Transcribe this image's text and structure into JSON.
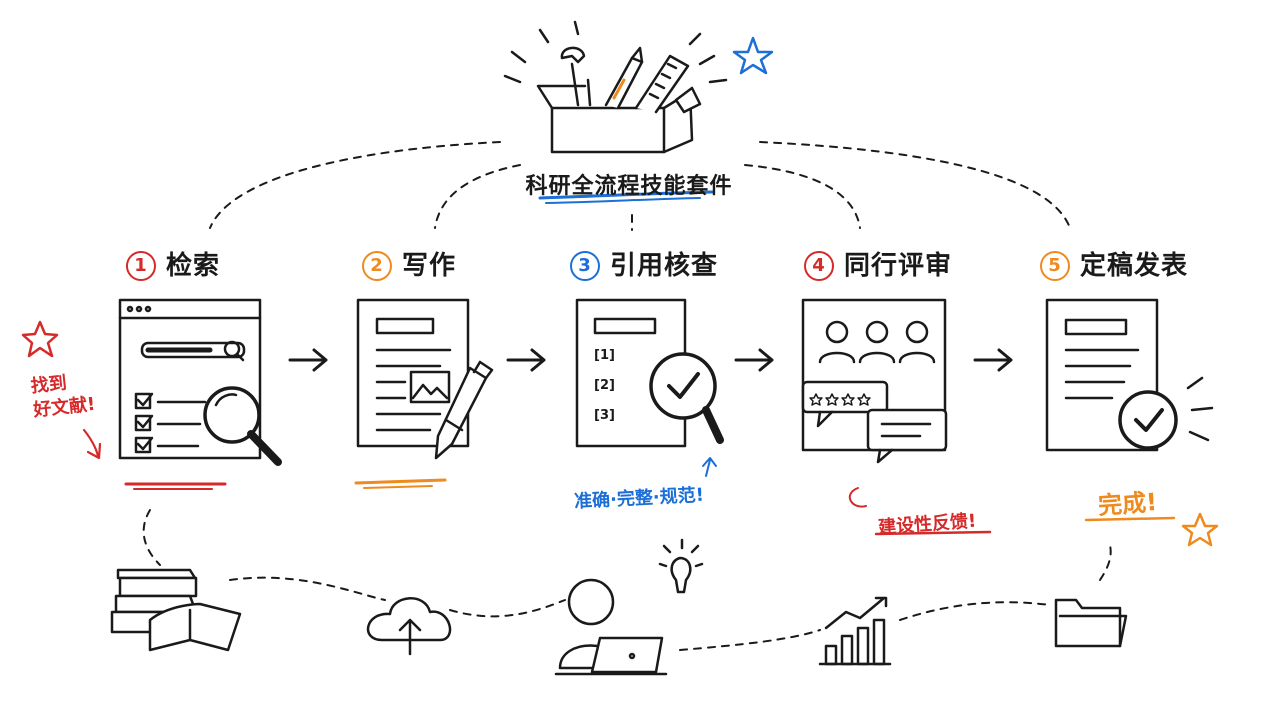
{
  "center": {
    "title": "科研全流程技能套件"
  },
  "steps": [
    {
      "num": "1",
      "label": "检索",
      "color": "#d62a2a"
    },
    {
      "num": "2",
      "label": "写作",
      "color": "#ef8a1f"
    },
    {
      "num": "3",
      "label": "引用核查",
      "color": "#1c6fd6"
    },
    {
      "num": "4",
      "label": "同行评审",
      "color": "#d62a2a"
    },
    {
      "num": "5",
      "label": "定稿发表",
      "color": "#ef8a1f"
    }
  ],
  "notes": {
    "search": "找到\n好文献!",
    "citation": "准确·完整·规范!",
    "review": "建设性反馈!",
    "publish": "完成!"
  },
  "citations": [
    "[1]",
    "[2]",
    "[3]"
  ],
  "colors": {
    "ink": "#1a1a1a",
    "red": "#d62a2a",
    "orange": "#ef8a1f",
    "blue": "#1c6fd6"
  }
}
